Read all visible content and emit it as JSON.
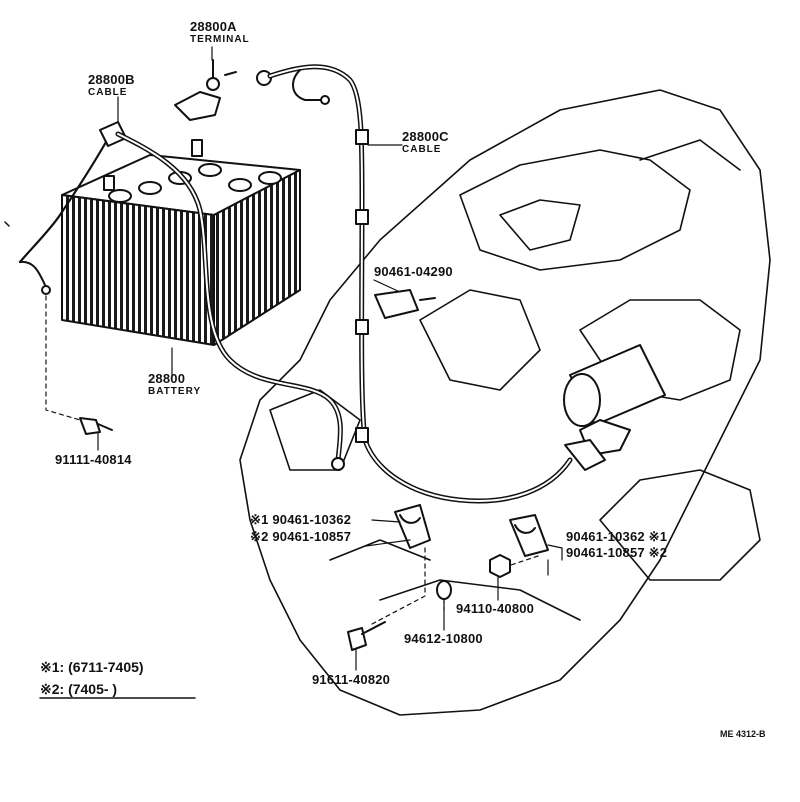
{
  "parts": {
    "terminal": {
      "number": "28800A",
      "name": "TERMINAL"
    },
    "cable_b": {
      "number": "28800B",
      "name": "CABLE"
    },
    "cable_c": {
      "number": "28800C",
      "name": "CABLE"
    },
    "battery": {
      "number": "28800",
      "name": "BATTERY"
    },
    "clamp_upper": {
      "number": "90461-04290"
    },
    "bolt_left": {
      "number": "91111-40814"
    },
    "clamp_left": {
      "line1": "※1 90461-10362",
      "line2": "※2 90461-10857"
    },
    "clamp_right": {
      "line1": "90461-10362 ※1",
      "line2": "90461-10857 ※2"
    },
    "nut": {
      "number": "94110-40800"
    },
    "washer": {
      "number": "94612-10800"
    },
    "bolt_bottom": {
      "number": "91611-40820"
    }
  },
  "notes": {
    "note1": "※1:  (6711-7405)",
    "note2": "※2:  (7405-          )"
  },
  "figure_code": "ME 4312-B",
  "colors": {
    "ink": "#111111",
    "paper": "#ffffff"
  }
}
